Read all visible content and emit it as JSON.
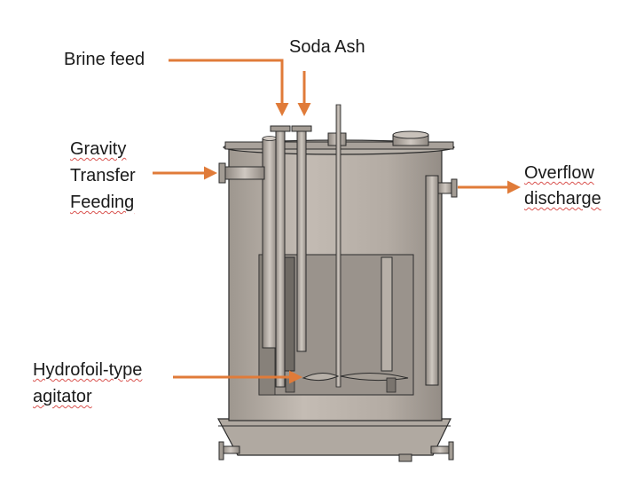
{
  "labels": {
    "brine_feed": "Brine feed",
    "soda_ash": "Soda Ash",
    "gravity": "Gravity",
    "transfer": "Transfer",
    "feeding": "Feeding",
    "overflow": "Overflow",
    "discharge": "discharge",
    "hydrofoil": "Hydrofoil-type",
    "agitator": "agitator"
  },
  "colors": {
    "arrow": "#e07b39",
    "tank_light": "#bdb5ad",
    "tank_mid": "#a39c94",
    "tank_dark": "#7d7770",
    "outline": "#2b2b2b"
  }
}
